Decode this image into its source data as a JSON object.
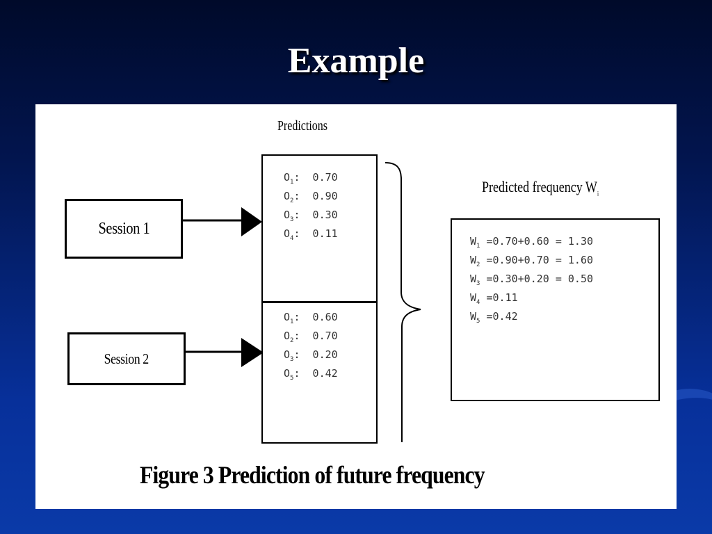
{
  "slide": {
    "title": "Example"
  },
  "figure": {
    "predictions_label": "Predictions",
    "session1": "Session 1",
    "session2": "Session 2",
    "session1_predictions": [
      {
        "sym": "O",
        "sub": "1",
        "val": ":  0.70"
      },
      {
        "sym": "O",
        "sub": "2",
        "val": ":  0.90"
      },
      {
        "sym": "O",
        "sub": "3",
        "val": ":  0.30"
      },
      {
        "sym": "O",
        "sub": "4",
        "val": ":  0.11"
      }
    ],
    "session2_predictions": [
      {
        "sym": "O",
        "sub": "1",
        "val": ":  0.60"
      },
      {
        "sym": "O",
        "sub": "2",
        "val": ":  0.70"
      },
      {
        "sym": "O",
        "sub": "3",
        "val": ":  0.20"
      },
      {
        "sym": "O",
        "sub": "5",
        "val": ":  0.42"
      }
    ],
    "predicted_label": "Predicted frequency W",
    "predicted_label_sub": "i",
    "frequency_lines": [
      {
        "sym": "W",
        "sub": "1",
        "val": " =0.70+0.60 = 1.30"
      },
      {
        "sym": "W",
        "sub": "2",
        "val": " =0.90+0.70 = 1.60"
      },
      {
        "sym": "W",
        "sub": "3",
        "val": " =0.30+0.20 = 0.50"
      },
      {
        "sym": "W",
        "sub": "4",
        "val": " =0.11"
      },
      {
        "sym": "W",
        "sub": "5",
        "val": " =0.42"
      }
    ],
    "caption": "Figure 3  Prediction of future frequency"
  }
}
